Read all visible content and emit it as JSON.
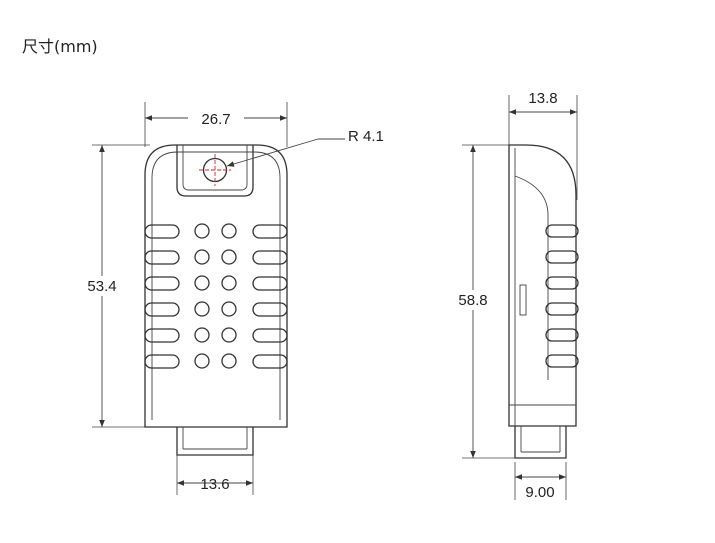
{
  "title": "尺寸(mm)",
  "dimensions": {
    "front_width": "26.7",
    "front_height": "53.4",
    "connector_width": "13.6",
    "hole_radius": "R 4.1",
    "side_depth": "13.8",
    "side_height": "58.8",
    "side_connector": "9.00"
  },
  "front_vent": {
    "slot_rows": 6,
    "hole_columns": 2,
    "hole_rows": 6
  },
  "side_ribs": 6
}
